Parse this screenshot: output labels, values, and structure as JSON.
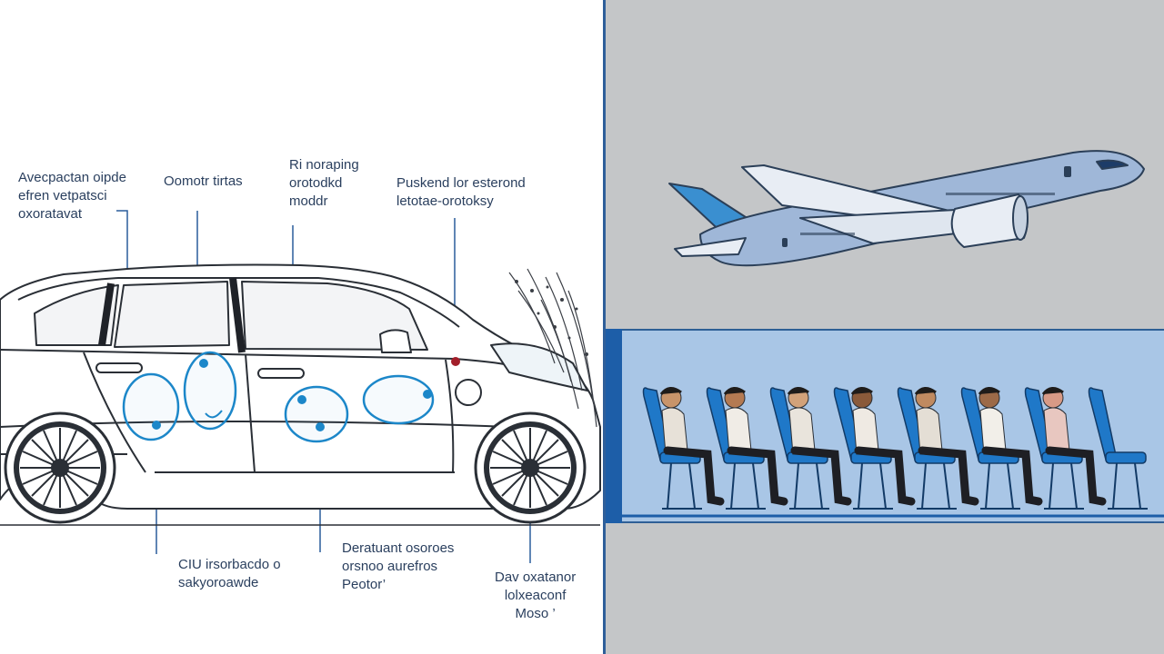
{
  "callouts": {
    "top_left": "Avecpactan oipde\nefren vetpatsci\noxoratavat",
    "top_doors": "Oomotr tirtas",
    "top_mid": "Ri noraping\norotodkd\nmoddr",
    "top_right": "Puskend lor esterond\nletotae-orotoksy",
    "bottom_left": "CIU irsorbacdo o\nsakyoroawde",
    "bottom_mid": "Deratuant osoroes\norsnoo aurefros\nPeotor’",
    "bottom_right": "Dav oxatanor\nlolxeaconf\nMoso ’"
  },
  "colors": {
    "outline": "#2a2f36",
    "airbag": "#1c87c9",
    "divider": "#2f5f9a",
    "cabin": "#a9c6e6",
    "seat": "#1f78c8",
    "plane_body": "#9fb7d8"
  },
  "icons": [
    "car-outline",
    "airbag-icon",
    "airplane-icon",
    "passenger-seat-icon"
  ]
}
